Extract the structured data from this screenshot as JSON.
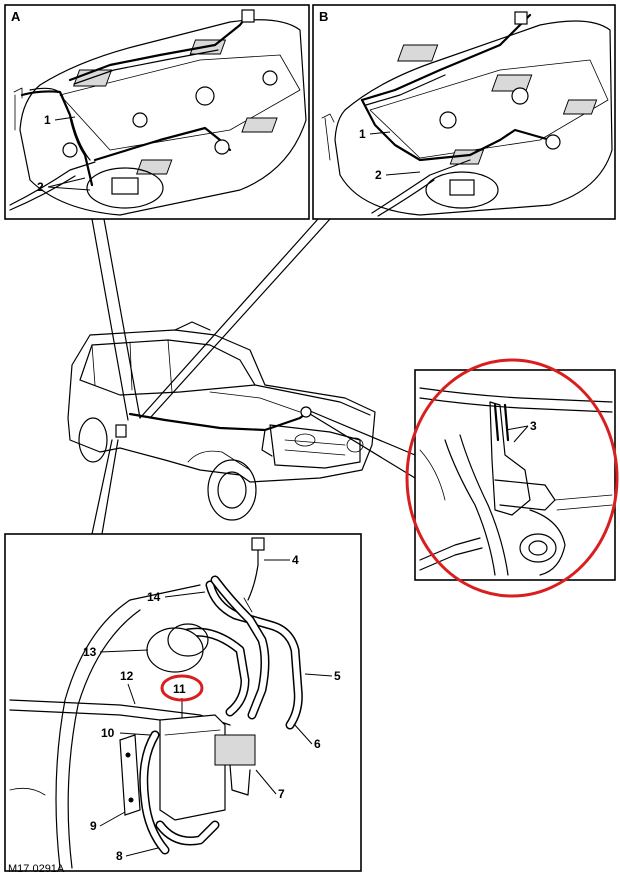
{
  "panels": {
    "a": {
      "letter": "A",
      "callouts": [
        "1",
        "2"
      ]
    },
    "b": {
      "letter": "B",
      "callouts": [
        "1",
        "2"
      ]
    },
    "detail": {
      "callouts": [
        "3"
      ]
    },
    "bottom": {
      "callouts": [
        "4",
        "5",
        "6",
        "7",
        "8",
        "9",
        "10",
        "11",
        "12",
        "13",
        "14"
      ]
    }
  },
  "highlighted_callout": "11",
  "figure_ref": "M17 0291A",
  "colors": {
    "ink": "#000000",
    "highlight": "#d81e1e",
    "paper": "#ffffff"
  }
}
